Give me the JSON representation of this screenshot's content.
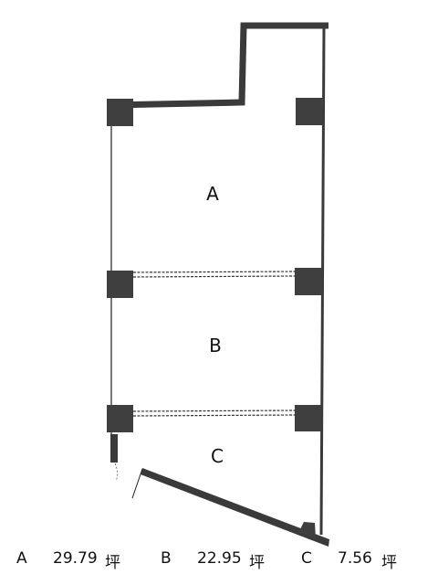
{
  "rooms": [
    {
      "label": "A"
    },
    {
      "label": "B"
    },
    {
      "label": "C"
    }
  ],
  "legend": [
    {
      "letter": "A",
      "area": "29.79",
      "unit": "坪"
    },
    {
      "letter": "B",
      "area": "22.95",
      "unit": "坪"
    },
    {
      "letter": "C",
      "area": "7.56",
      "unit": "坪"
    }
  ],
  "colors": {
    "wall": "#3a3a3a",
    "column": "#3f3f3f",
    "line": "#222222",
    "background": "#ffffff"
  }
}
